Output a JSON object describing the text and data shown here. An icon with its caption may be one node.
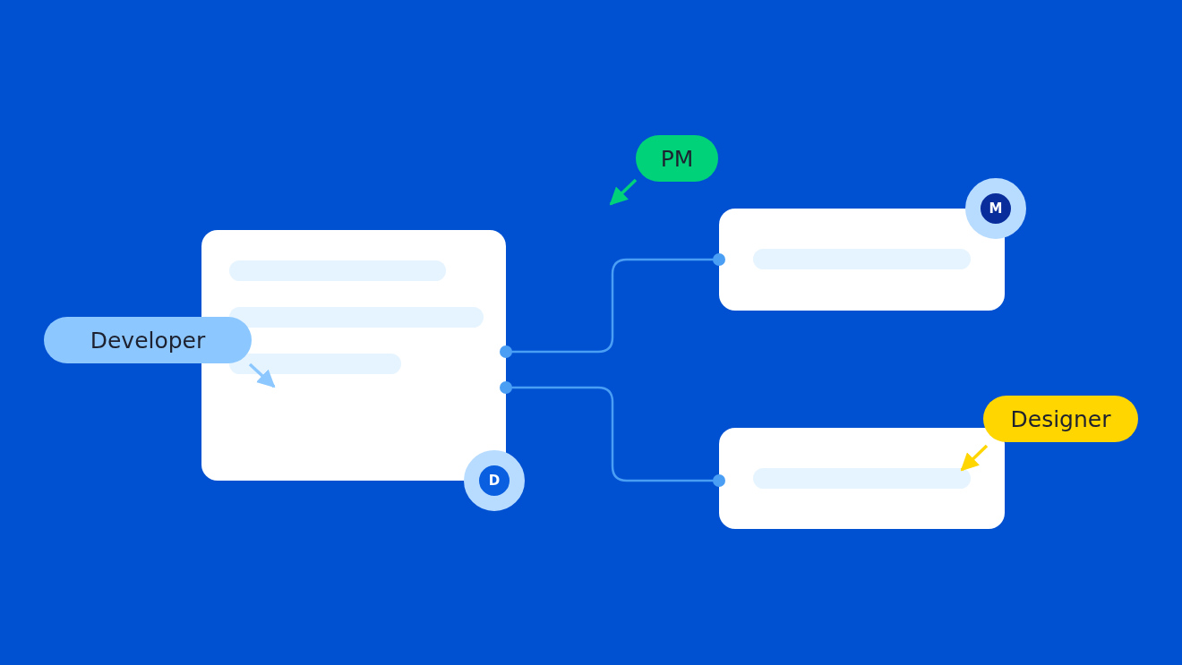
{
  "diagram": {
    "nodes": [
      {
        "text": [
          "PM"
        ]
      },
      {
        "text": [
          "M"
        ]
      },
      {
        "text": [],
        "shape": "box"
      },
      {
        "text": [],
        "shape": "box"
      },
      {
        "text": [
          "Developer"
        ]
      },
      {
        "text": [
          "Designer"
        ]
      },
      {
        "text": [],
        "shape": "box"
      },
      {
        "text": [
          "D"
        ]
      }
    ],
    "edges": [
      {
        "from": 3,
        "to": 2,
        "arrow": "other",
        "color": "#4a9ff5"
      },
      {
        "from": 3,
        "to": 6,
        "arrow": "other",
        "color": "#4a9ff5"
      },
      {
        "from": 0,
        "to": null,
        "arrow": "to",
        "color": "#00d27a"
      },
      {
        "from": 4,
        "to": 3,
        "arrow": "to",
        "color": "#8cc8ff"
      },
      {
        "from": 5,
        "to": 6,
        "arrow": "to",
        "color": "#ffd600"
      }
    ]
  }
}
